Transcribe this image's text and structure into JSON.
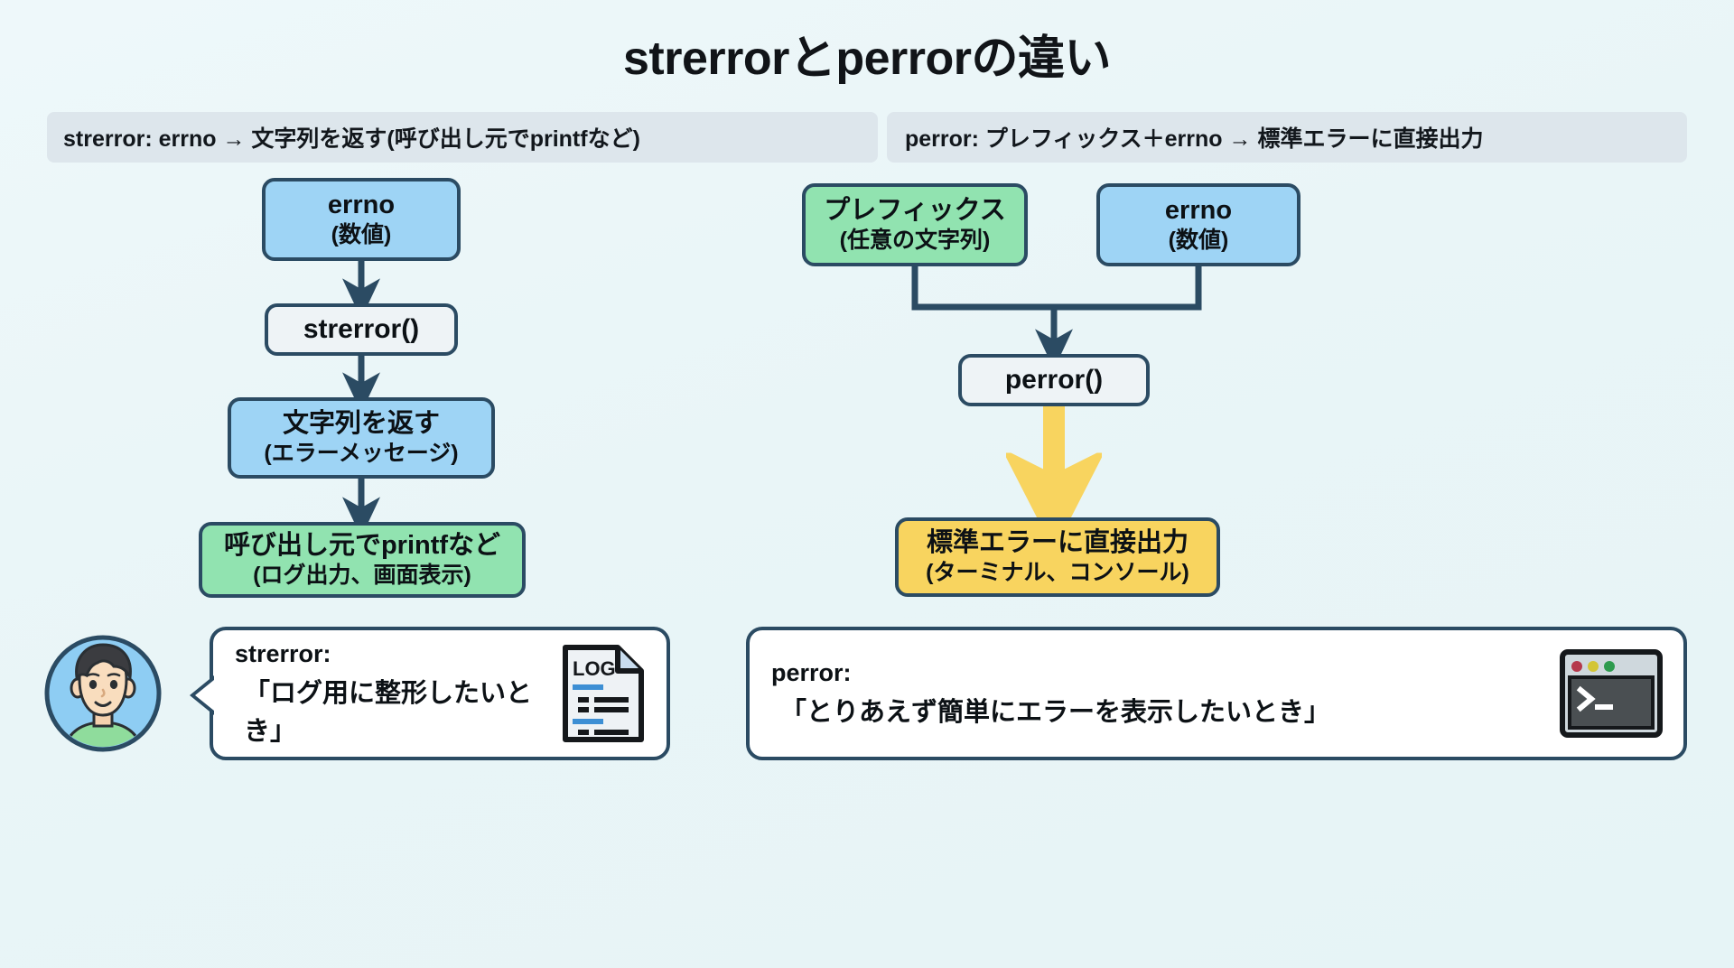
{
  "title": "strerrorとperrorの違い",
  "colors": {
    "background": "#eaf6f8",
    "band": "#dde6ec",
    "stroke": "#2b4b63",
    "blue": "#9ed4f5",
    "green": "#91e3b0",
    "white": "#eef3f6",
    "yellow": "#f8d45f",
    "text": "#0c1115"
  },
  "left": {
    "band": "strerror: errno → 文字列を返す(呼び出し元でprintfなど)",
    "nodes": [
      {
        "name": "errno",
        "line1": "errno",
        "line2": "(数値)",
        "fill": "blue"
      },
      {
        "name": "strerror-func",
        "line1": "strerror()",
        "line2": "",
        "fill": "white"
      },
      {
        "name": "return-string",
        "line1": "文字列を返す",
        "line2": "(エラーメッセージ)",
        "fill": "blue"
      },
      {
        "name": "caller-printf",
        "line1": "呼び出し元でprintfなど",
        "line2": "(ログ出力、画面表示)",
        "fill": "green"
      }
    ],
    "callout": {
      "heading": "strerror:",
      "quote": "「ログ用に整形したいとき」",
      "icon": "log-document-icon",
      "icon_label": "LOG",
      "avatar": "boy-avatar"
    }
  },
  "right": {
    "band": "perror: プレフィックス＋errno → 標準エラーに直接出力",
    "nodes": [
      {
        "name": "prefix",
        "line1": "プレフィックス",
        "line2": "(任意の文字列)",
        "fill": "green"
      },
      {
        "name": "errno",
        "line1": "errno",
        "line2": "(数値)",
        "fill": "blue"
      },
      {
        "name": "perror-func",
        "line1": "perror()",
        "line2": "",
        "fill": "white"
      },
      {
        "name": "stderr-output",
        "line1": "標準エラーに直接出力",
        "line2": "(ターミナル、コンソール)",
        "fill": "yellow"
      }
    ],
    "callout": {
      "heading": "perror:",
      "quote": "「とりあえず簡単にエラーを表示したいとき」",
      "icon": "terminal-window-icon"
    }
  }
}
